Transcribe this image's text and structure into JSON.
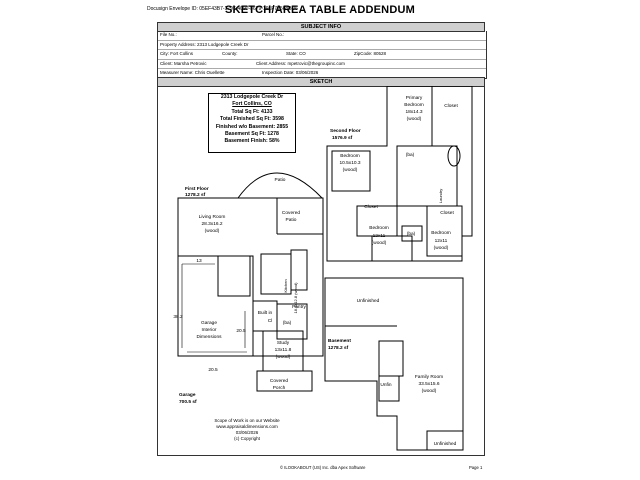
{
  "envelope_id": "Docusign Envelope ID: 05EF43B7-1797-4090-8679-191F71568BD6",
  "title": "SKETCH/AREA TABLE ADDENDUM",
  "subject_info": {
    "heading": "SUBJECT INFO",
    "file_no": "File No.:",
    "parcel_no": "Parcel No.:",
    "property_address": "Property Address: 2313 Lodgepole Creek Dr",
    "city": "City: Fort Collins",
    "county": "County:",
    "state": "State: CO",
    "zip": "ZipCode: 80528",
    "client": "Client: Marsha Petrovic",
    "client_address": "Client Address: mpetrovic@thegroupinc.com",
    "measurer": "Measurer Name: Chris Ouellette",
    "inspection_date": "Inspection Date: 03/06/2026"
  },
  "sketch": {
    "heading": "SKETCH",
    "summary": {
      "address": "2313 Lodgepole Creek Dr",
      "city": "Fort Collins, CO",
      "total_sqft": "Total Sq Ft: 4133",
      "finished_sqft": "Total Finished Sq Ft: 3598",
      "finished_wo_basement": "Finished w/o Basement: 2855",
      "basement_sqft": "Basement Sq Ft: 1278",
      "basement_finish": "Basement Finish: 58%"
    },
    "first_floor": {
      "label": "First Floor",
      "area": "1278.2 sf"
    },
    "second_floor": {
      "label": "Second Floor",
      "area": "1576.9 sf"
    },
    "basement": {
      "label": "Basement",
      "area": "1278.2 sf"
    },
    "garage": {
      "label": "Garage",
      "area": "700.5 sf"
    },
    "rooms": {
      "patio": "Patio",
      "living_room": "Living Room",
      "living_dim": "28.3x16.2",
      "living_floor": "(wood)",
      "covered_patio_1": "Covered",
      "covered_patio_2": "Patio",
      "kitchen": "Kitchen",
      "kitchen_dim": "18.3x12.8 (wood)",
      "garage_1": "Garage",
      "garage_2": "Interior",
      "garage_3": "Dimensions",
      "built_in": "Built in",
      "pantry": "Pantry",
      "cl": "Cl",
      "ba": "(ba)",
      "study": "Study",
      "study_dim": "13x11.8",
      "study_floor": "(wood)",
      "covered_porch_1": "Covered",
      "covered_porch_2": "Porch",
      "dim_13": "13",
      "dim_38_2": "38.2",
      "dim_20_5_v": "20.5",
      "dim_20_5_h": "20.5",
      "primary_1": "Primary",
      "primary_2": "Bedroom",
      "primary_dim": "18x14.3",
      "primary_floor": "(wood)",
      "closet": "Closet",
      "bedroom": "Bedroom",
      "bed1_dim": "10.5x10.3",
      "bed_floor": "(wood)",
      "bath": "(ba)",
      "bed_12x11": "12x11",
      "laundry": "Laundry",
      "unfinished": "Unfinished",
      "unfin": "Unfin",
      "family_room": "Family Room",
      "family_dim": "33.5x15.6",
      "family_floor": "(wood)"
    },
    "scope_note": [
      "Scope of Work is on our Website",
      "www.appraisaldimensions.com",
      "03/06/2026",
      "(c) Copyright"
    ]
  },
  "footer": {
    "software": "© ILOOKABOUT (US) Inc. dba Apex Software",
    "page": "Page 1"
  }
}
